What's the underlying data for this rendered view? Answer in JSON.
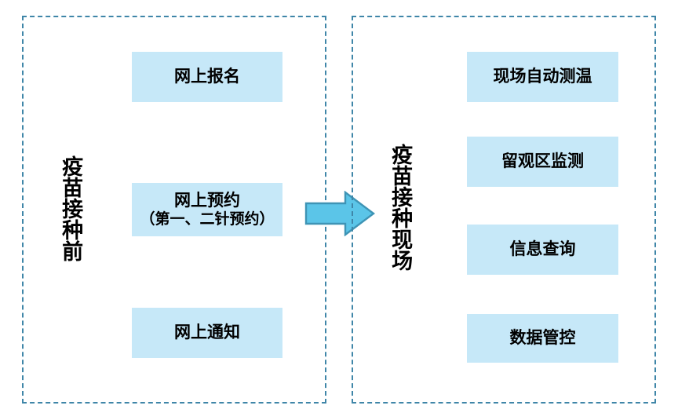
{
  "diagram": {
    "type": "flow",
    "title_visible": false,
    "colors": {
      "panel_border": "#3f86a8",
      "box_fill": "#c6e8f8",
      "arrow_fill": "#5bc5e8",
      "arrow_stroke": "#3e94b5",
      "text": "#000000",
      "background": "#ffffff"
    },
    "stages": [
      {
        "id": "pre-vaccination",
        "label": "疫苗接种前",
        "boxes": [
          {
            "id": "online-signup",
            "line1": "网上报名",
            "line2": ""
          },
          {
            "id": "online-booking",
            "line1": "网上预约",
            "line2": "（第一、二针预约）"
          },
          {
            "id": "online-notice",
            "line1": "网上通知",
            "line2": ""
          }
        ]
      },
      {
        "id": "vaccination-site",
        "label": "疫苗接种现场",
        "boxes": [
          {
            "id": "auto-temperature",
            "line1": "现场自动测温",
            "line2": ""
          },
          {
            "id": "observation-area",
            "line1": "留观区监测",
            "line2": ""
          },
          {
            "id": "info-query",
            "line1": "信息查询",
            "line2": ""
          },
          {
            "id": "data-control",
            "line1": "数据管控",
            "line2": ""
          }
        ]
      }
    ],
    "connector": {
      "id": "stage-arrow",
      "icon": "right-block-arrow-icon",
      "direction": "right",
      "label": ""
    }
  }
}
